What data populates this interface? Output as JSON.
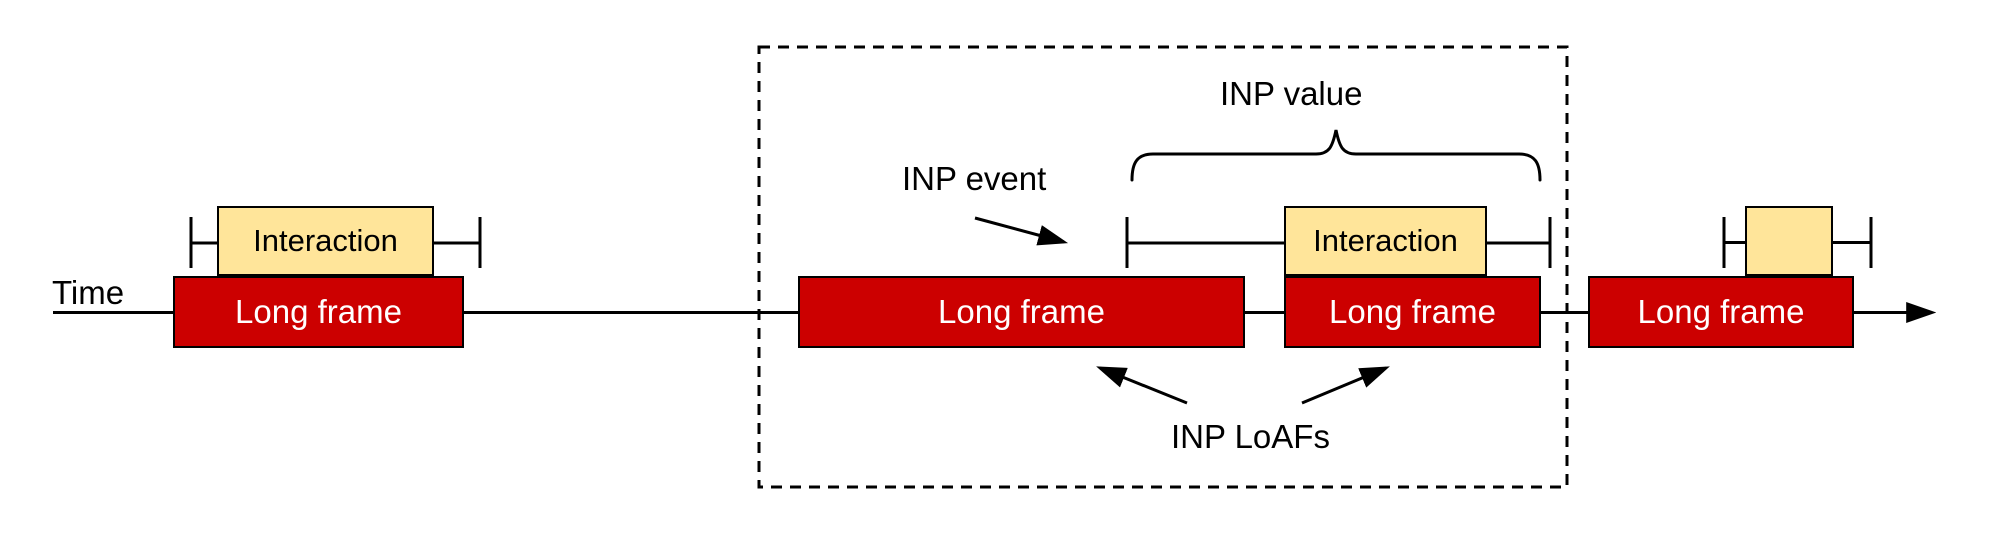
{
  "diagram": {
    "labels": {
      "time": "Time",
      "inp_event": "INP event",
      "inp_value": "INP value",
      "inp_loafs": "INP LoAFs"
    },
    "long_frames": [
      {
        "label": "Long frame"
      },
      {
        "label": "Long frame"
      },
      {
        "label": "Long frame"
      },
      {
        "label": "Long frame"
      }
    ],
    "interactions": [
      {
        "label": "Interaction"
      },
      {
        "label": "Interaction"
      },
      {
        "label": ""
      }
    ],
    "colors": {
      "long_frame_fill": "#CC0000",
      "long_frame_text": "#FFFFFF",
      "interaction_fill": "#FFE59A",
      "interaction_text": "#000000",
      "line": "#000000"
    }
  }
}
